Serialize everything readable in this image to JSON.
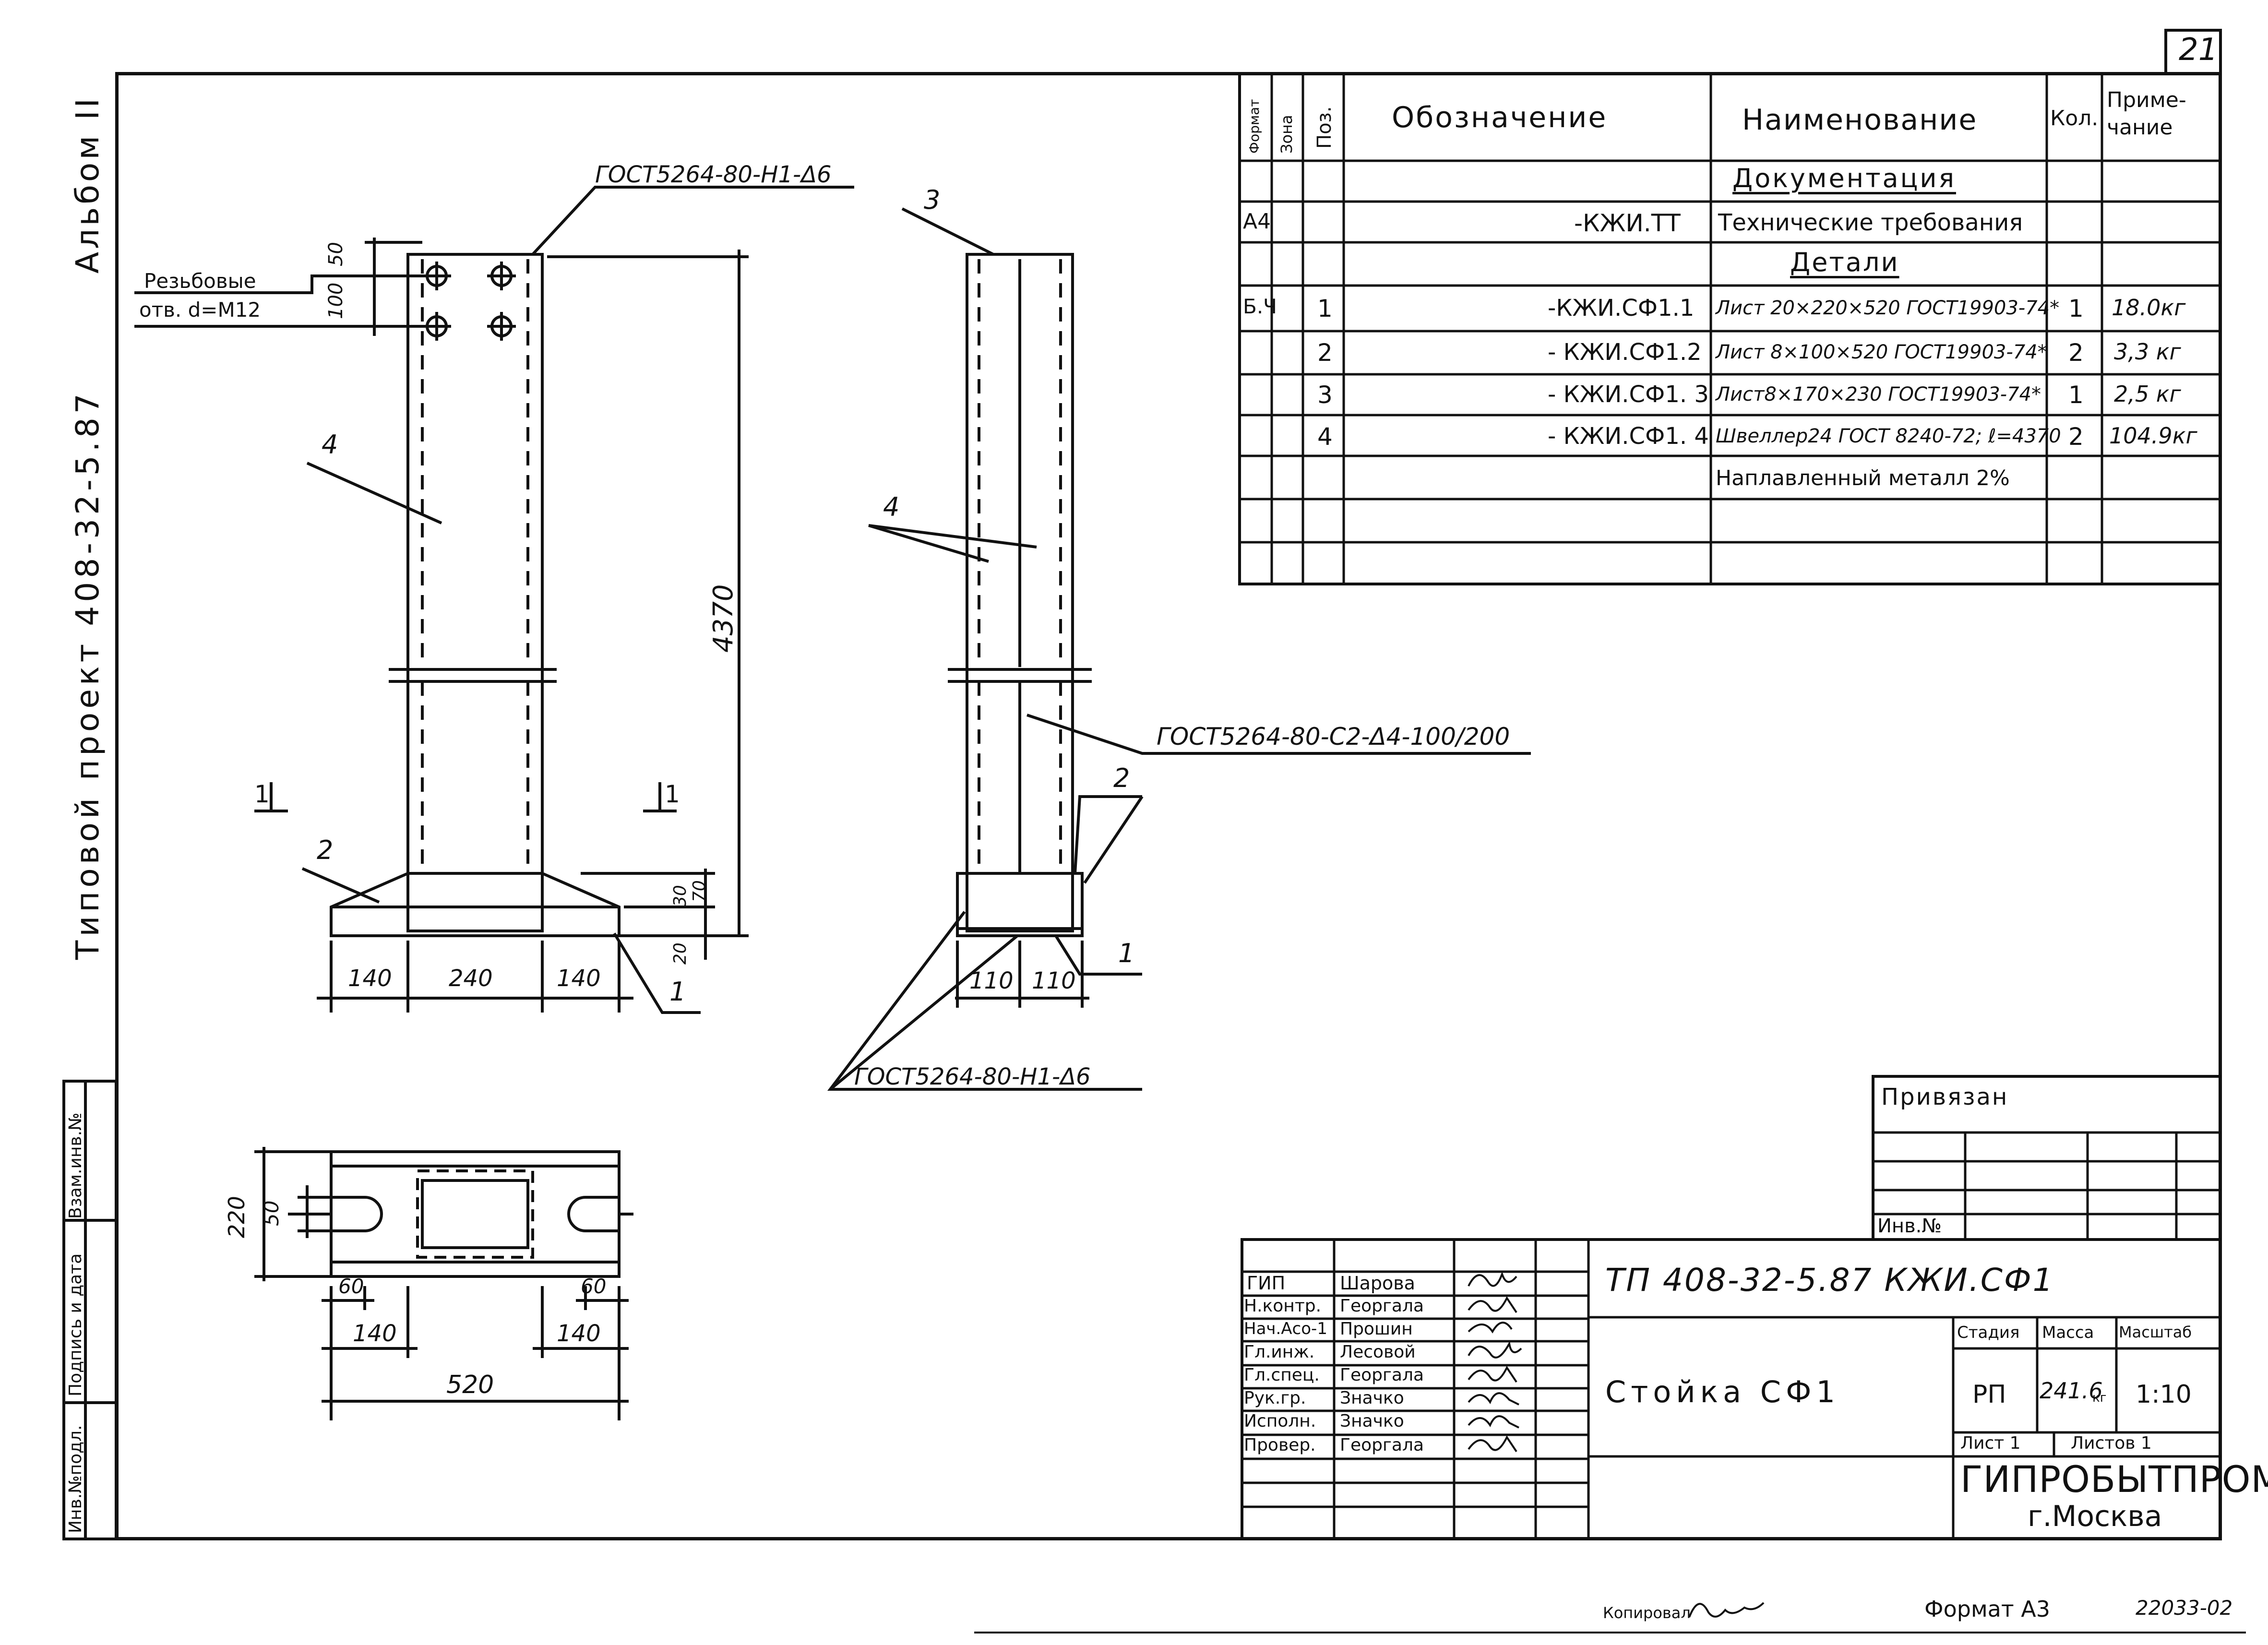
{
  "sheet": {
    "page_number": "21",
    "side_album": "Альбом II",
    "side_project": "Типовой проект 408-32-5.87",
    "bottom_copied": "Копировал",
    "bottom_format": "Формат А3",
    "bottom_code": "22033-02"
  },
  "spec": {
    "headers": {
      "format": "Формат",
      "zone": "Зона",
      "pos": "Поз.",
      "designation": "Обозначение",
      "name": "Наименование",
      "qty": "Кол.",
      "note": "Приме-чание"
    },
    "sections": {
      "docs": "Документация",
      "details": "Детали"
    },
    "rows": [
      {
        "format": "А4",
        "pos": "",
        "designation": "-КЖИ.ТТ",
        "name": "Технические требования",
        "qty": "",
        "note": ""
      },
      {
        "format": "Б.Ч",
        "pos": "1",
        "designation": "-КЖИ.СФ1.1",
        "name": "Лист 20×220×520 ГОСТ19903-74*",
        "qty": "1",
        "note": "18.0кг"
      },
      {
        "format": "",
        "pos": "2",
        "designation": "- КЖИ.СФ1.2",
        "name": "Лист 8×100×520 ГОСТ19903-74*",
        "qty": "2",
        "note": "3,3 кг"
      },
      {
        "format": "",
        "pos": "3",
        "designation": "- КЖИ.СФ1. 3",
        "name": "Лист8×170×230 ГОСТ19903-74*",
        "qty": "1",
        "note": "2,5 кг"
      },
      {
        "format": "",
        "pos": "4",
        "designation": "- КЖИ.СФ1. 4",
        "name": "Швеллер24 ГОСТ 8240-72; ℓ=4370",
        "qty": "2",
        "note": "104.9кг"
      },
      {
        "format": "",
        "pos": "",
        "designation": "",
        "name": "Наплавленный металл 2%",
        "qty": "",
        "note": ""
      }
    ]
  },
  "drawing": {
    "weld_top": "ГОСТ5264-80-Н1-Δ6",
    "weld_side": "ГОСТ5264-80-С2-Δ4-100/200",
    "weld_bottom": "ГОСТ5264-80-Н1-Δ6",
    "holes_label_1": "Резьбовые",
    "holes_label_2": "отв. d=М12",
    "dim_50": "50",
    "dim_100": "100",
    "dim_4370": "4370",
    "dim_30": "30",
    "dim_70": "70",
    "dim_20": "20",
    "dim_140a": "140",
    "dim_240": "240",
    "dim_140b": "140",
    "dim_110a": "110",
    "dim_110b": "110",
    "pos_1": "1",
    "pos_1b": "1",
    "pos_2": "2",
    "pos_2b": "2",
    "pos_3": "3",
    "pos_4": "4",
    "pos_4b": "4",
    "section_mark_l": "1",
    "section_mark_r": "1",
    "plan_220": "220",
    "plan_50": "50",
    "plan_60a": "60",
    "plan_60b": "60",
    "plan_140a": "140",
    "plan_140b": "140",
    "plan_520": "520"
  },
  "stamp": {
    "privyazan": "Привязан",
    "inv_no": "Инв.№",
    "side_labels": [
      "Инв.№подл.",
      "Подпись и дата",
      "Взам.инв.№"
    ],
    "roles": [
      {
        "role": "ГИП",
        "name": "Шарова"
      },
      {
        "role": "Н.контр.",
        "name": "Георгала"
      },
      {
        "role": "Нач.Асо-1",
        "name": "Прошин"
      },
      {
        "role": "Гл.инж.",
        "name": "Лесовой"
      },
      {
        "role": "Гл.спец.",
        "name": "Георгала"
      },
      {
        "role": "Рук.гр.",
        "name": "Значко"
      },
      {
        "role": "Исполн.",
        "name": "Значко"
      },
      {
        "role": "Провер.",
        "name": "Георгала"
      }
    ],
    "doc_code": "ТП   408-32-5.87   КЖИ.СФ1",
    "title": "Стойка  СФ1",
    "stage_h": "Стадия",
    "mass_h": "Масса",
    "scale_h": "Масштаб",
    "stage": "РП",
    "mass": "241.6",
    "mass_unit": "кг",
    "scale": "1:10",
    "sheet": "Лист 1",
    "sheets": "Листов 1",
    "org": "ГИПРОБЫТПРОМ",
    "city": "г.Москва"
  }
}
